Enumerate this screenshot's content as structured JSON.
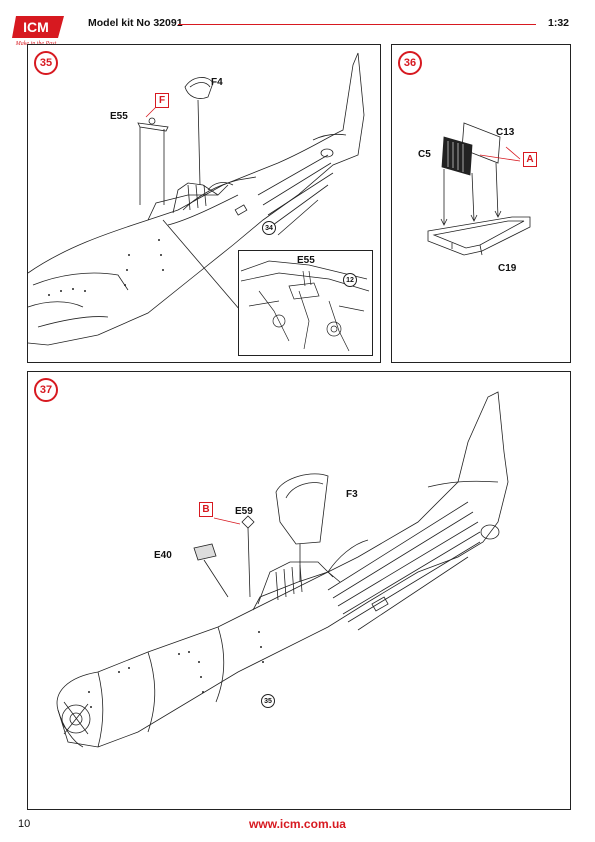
{
  "header": {
    "brand": "ICM",
    "brand_tagline": "Make in the Past",
    "kit_title": "Model kit No 32091",
    "scale": "1:32"
  },
  "steps": [
    {
      "number": "35",
      "parts": [
        "F4",
        "E55"
      ],
      "paint_ref": "F",
      "ref_step": "34",
      "inset": {
        "part": "E55",
        "ref_step": "12"
      }
    },
    {
      "number": "36",
      "parts": [
        "C13",
        "C5",
        "C19"
      ],
      "paint_ref": "A"
    },
    {
      "number": "37",
      "parts": [
        "F3",
        "E59",
        "E40"
      ],
      "paint_ref": "B",
      "ref_step": "35"
    }
  ],
  "footer": {
    "page_number": "10",
    "url": "www.icm.com.ua"
  },
  "colors": {
    "accent": "#d71920",
    "line": "#222222"
  }
}
